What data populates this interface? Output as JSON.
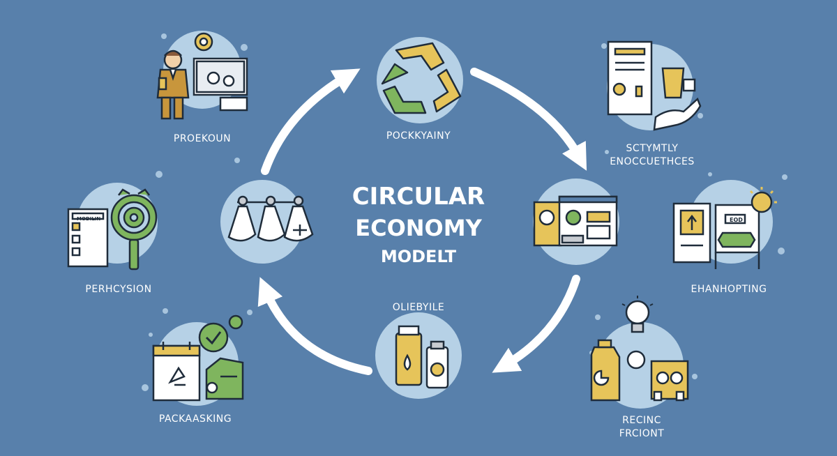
{
  "title": {
    "line1": "CIRCULAR",
    "line2": "ECONOMY",
    "line3": "MODELT"
  },
  "labels": {
    "pockkyainy": "POCKKYAINY",
    "proekoun": "PROEKOUN",
    "sctymtly_line1": "SCTYMTLY",
    "sctymtly_line2": "ENOCCUETHCES",
    "perhcysion": "PERHCYSION",
    "ehanhopting": "EHANHOPTING",
    "oleibyile": "OLIEBYILE",
    "packaasking": "PACKAASKING",
    "recinc_line1": "RECINC",
    "recinc_line2": "FRCIONT"
  },
  "icon_text": {
    "modeling_sheet": "MODILIN",
    "sign_board": "EOD"
  },
  "colors": {
    "background": "#5880ab",
    "circle": "#b6d1e6",
    "yellow": "#e6c45a",
    "green": "#7fb55e",
    "outline": "#1f2c3a",
    "arrow": "#ffffff"
  }
}
